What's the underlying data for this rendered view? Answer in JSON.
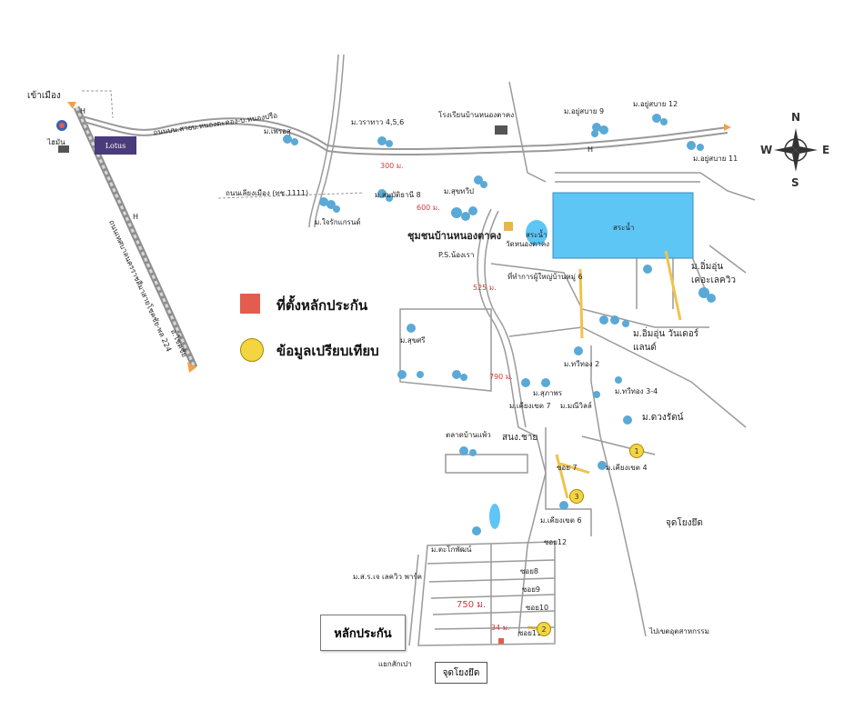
{
  "labels": {
    "entrance": "เข้าเมือง",
    "pttd": "ไฮมัน",
    "lotus": "Lotus",
    "main_road": "ถนนบน.สายบ.หนองตะคอง-บ.หนองปรือ",
    "village_456": "ม.วราทาว 4,5,6",
    "school": "โรงเรียนบ้านหนองตาคง",
    "village_9": "ม.อยู่สบาย 9",
    "village_12": "ม.อยู่สบาย 12",
    "village_11": "ม.อยู่สบาย 11",
    "town_hall": "ม.เพรอสุ",
    "km_300": "300 ม.",
    "km_600": "600 ม.",
    "khao_road": "ถนนเลียงเมือง (ทช.1111)",
    "village_samphan": "ม.สมบัติธานี 8",
    "village_jaidee": "ม.ใจรักแกรนด์",
    "village_sukthai": "ม.สุขทวีป",
    "community": "ชุมชนบ้านหนองตาคง",
    "temple": "วัดหนองตาคง",
    "pond": "สระน้ำ",
    "pond2": "สระน้ำ",
    "ps_label": "P.S.น้องเรา",
    "gov_office": "ที่ทำการผู้ใหญ่บ้านหมู่ 6",
    "km_525": "525 ม.",
    "village_mintown": "ม.อิ่มอุ่น เคอะเลควิว",
    "village_mintown_land": "ม.อิ่มอุ่น วันเดอร์แลนด์",
    "village_suksri": "ม.สุขศรี",
    "village_thawee2": "ม.ทวีทอง 2",
    "village_thawee34": "ม.ทวีทอง 3-4",
    "village_duangrat": "ม.ดวงรัตน์",
    "village_sapphaeng": "ม.สุภาพร",
    "village_kiang7": "ม.เคียงเขต 7",
    "village_mani": "ม.มณีวิลล์",
    "village_kiang4": "ม.เคียงเขต 4",
    "village_kiang6": "ม.เคียงเขต 6",
    "km_790": "790 ม.",
    "market": "ตลาดบ้านแพ้ว",
    "crossroad": "สนง.ชาย",
    "village_ejoy": "ม.ตะโกพัฒน์",
    "village_ej_lakeview": "ม.ส.ร.เจ เลควิว พาร์ค",
    "km_750": "750 ม.",
    "km_34": "34 ม.",
    "soi_labels": [
      "ซอย8",
      "ซอย9",
      "ซอย10",
      "ซอย11",
      "ซอย12",
      "ซอย 7"
    ],
    "jud_yong_yit": "จุดโยงยึด",
    "industrial": "ไปเขตอุตสาหกรรม",
    "bottom_left_note": "แยกสักเปา",
    "north": "N",
    "south": "S",
    "east": "E",
    "west": "W",
    "h_marks": [
      "H",
      "H",
      "H"
    ],
    "side_road": "ถนนเทศบาลนครราชสีมาสายโชคชัย-พล 224",
    "city_label": "อ.โชคชัย",
    "collateral_box": "หลักประกัน",
    "jud_box": "จุดโยงยึด"
  },
  "legend": {
    "collateral_site": "ที่ตั้งหลักประกัน",
    "comparison": "ข้อมูลเปรียบเทียบ",
    "collateral_color": "#e35c4e",
    "comparison_color": "#f5d442"
  },
  "markers": [
    "1",
    "2",
    "3"
  ],
  "colors": {
    "pond": "#5ec6f5",
    "road": "#9c9c9c",
    "house": "#5aa9d6",
    "highlight_road": "#f1c24c"
  }
}
